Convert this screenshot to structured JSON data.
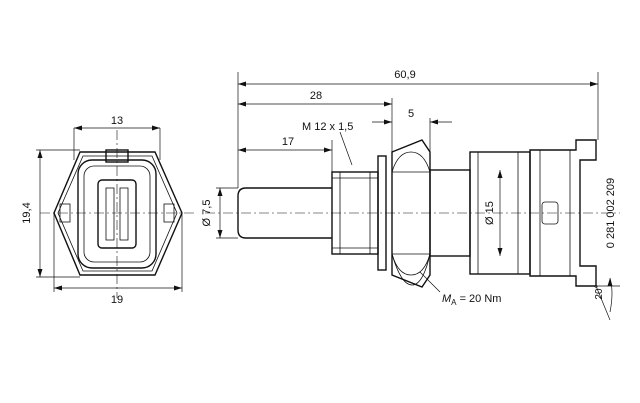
{
  "dimensions": {
    "total_length": "60,9",
    "length_28": "28",
    "length_5": "5",
    "length_17": "17",
    "thread": "M 12 x 1,5",
    "diameter_probe": "Ø 7,5",
    "diameter_body": "Ø 15",
    "hex_across_flats": "13",
    "hex_height": "19,4",
    "hex_width": "19",
    "angle": "20°"
  },
  "torque": {
    "symbol": "M",
    "subscript": "A",
    "value": " = 20 Nm"
  },
  "part_number": "0 281 002 209"
}
